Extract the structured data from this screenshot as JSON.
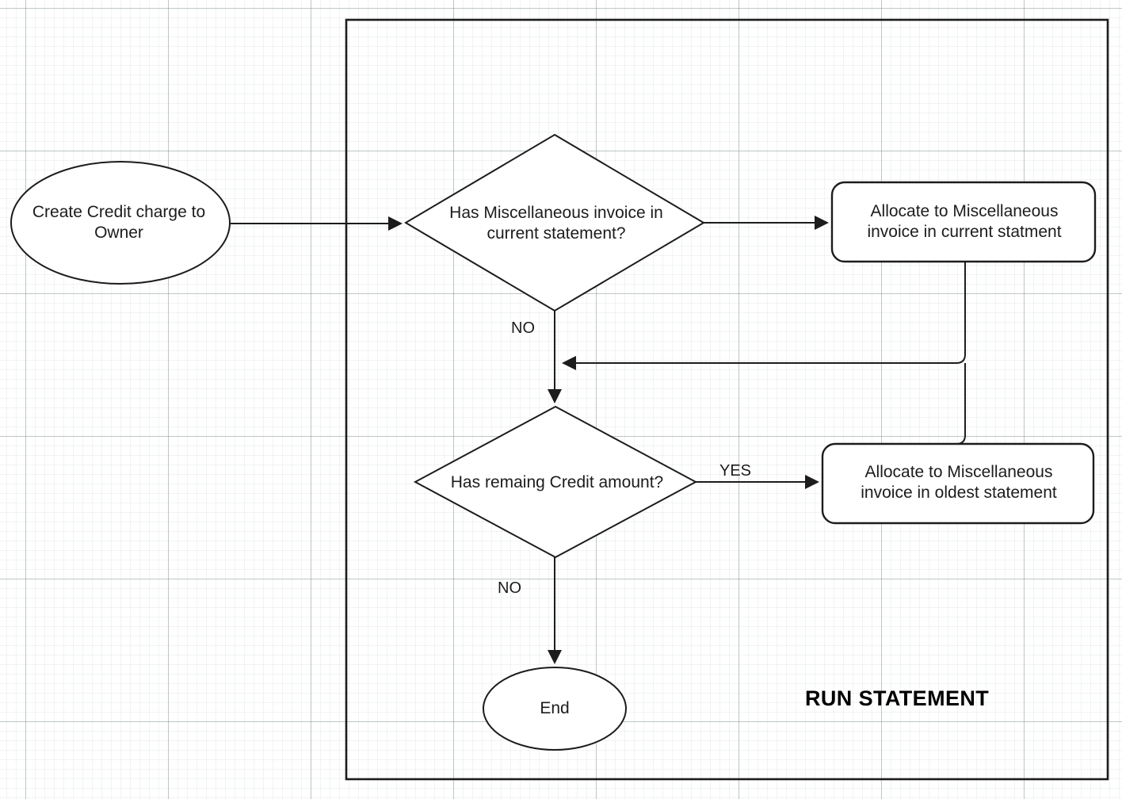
{
  "diagram": {
    "title": "RUN STATEMENT",
    "type": "flowchart",
    "background": "#ffffff",
    "stroke_color": "#1c1c1c",
    "fill_color": "#ffffff",
    "grid_color": "#8a9494"
  },
  "nodes": {
    "start": {
      "shape": "ellipse",
      "label": "Create Credit charge to\nOwner"
    },
    "decision1": {
      "shape": "diamond",
      "label": "Has Miscellaneous invoice in\ncurrent statement?"
    },
    "box1": {
      "shape": "rounded-rectangle",
      "label": "Allocate to Miscellaneous\ninvoice in current statment"
    },
    "decision2": {
      "shape": "diamond",
      "label": "Has remaing Credit amount?"
    },
    "box2": {
      "shape": "rounded-rectangle",
      "label": "Allocate to Miscellaneous\ninvoice in oldest statement"
    },
    "end": {
      "shape": "ellipse",
      "label": "End"
    }
  },
  "edge_labels": {
    "decision1_no": "NO",
    "decision2_yes": "YES",
    "decision2_no": "NO"
  }
}
